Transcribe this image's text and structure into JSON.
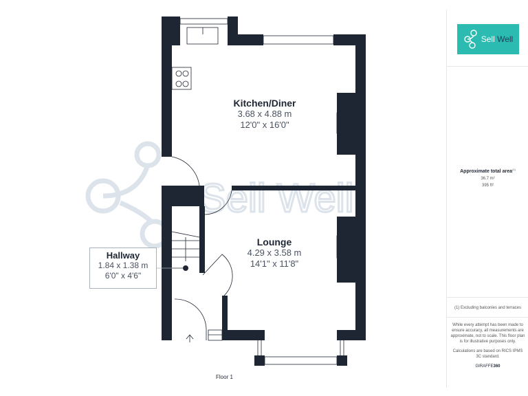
{
  "rooms": {
    "kitchen": {
      "name": "Kitchen/Diner",
      "metric": "3.68 x 4.88 m",
      "imperial": "12'0\" x 16'0\""
    },
    "lounge": {
      "name": "Lounge",
      "metric": "4.29 x 3.58 m",
      "imperial": "14'1\" x 11'8\""
    },
    "hallway": {
      "name": "Hallway",
      "metric": "1.84 x 1.38 m",
      "imperial": "6'0\" x 4'6\""
    }
  },
  "floor_label": "Floor 1",
  "watermark": "Sell Well",
  "panel": {
    "logo_text_a": "Sell",
    "logo_text_b": "Well",
    "area_title": "Approximate total area",
    "area_note_marker": "(1)",
    "area_metric": "36.7 m²",
    "area_imperial": "395 ft²",
    "footnote": "(1) Excluding balconies and terraces",
    "disclaimer": "While every attempt has been made to ensure accuracy, all measurements are approximate, not to scale. This floor plan is for illustrative purposes only.",
    "calc_note": "Calculations are based on RICS IPMS 3C standard.",
    "brand_a": "GIRAFFE",
    "brand_b": "360"
  },
  "colors": {
    "wall": "#1f2633",
    "logo_bg": "#2bbbb0",
    "watermark": "#dde3ea"
  }
}
